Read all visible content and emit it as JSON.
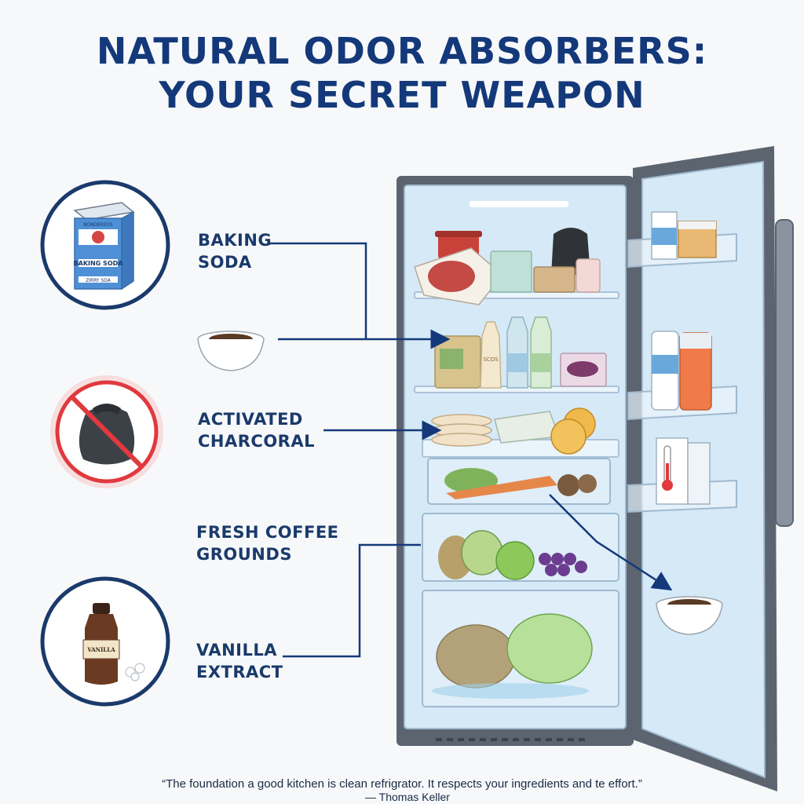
{
  "title": {
    "line1": "NATURAL ODOR ABSORBERS:",
    "line2": "YOUR SECRET WEAPON"
  },
  "items": [
    {
      "line1": "BAKING",
      "line2": "SODA"
    },
    {
      "line1": "ACTIVATED",
      "line2": "CHARCORAL"
    },
    {
      "line1": "FRESH COFFEE",
      "line2": "GROUNDS"
    },
    {
      "line1": "VANILLA",
      "line2": "EXTRACT"
    }
  ],
  "icons": {
    "baking_soda_box": {
      "brand": "BAKING SODA",
      "side": "ZIRRY SDA",
      "top": "BONDERESS"
    },
    "vanilla_bottle": {
      "label": "VANILLA"
    },
    "charcoal_prohibited": true
  },
  "fridge_labels": {
    "jar": "SCOS"
  },
  "quote": {
    "text": "“The foundation a good kitchen is clean refrigrator. It respects your ingredients and te effort.”",
    "author": "— Thomas Keller"
  },
  "colors": {
    "title": "#14397a",
    "label": "#1a3a6b",
    "circle_border": "#1a3a6b",
    "prohibit": "#e0393e",
    "fridge_body": "#5c6470",
    "fridge_interior": "#d6e9f7"
  }
}
